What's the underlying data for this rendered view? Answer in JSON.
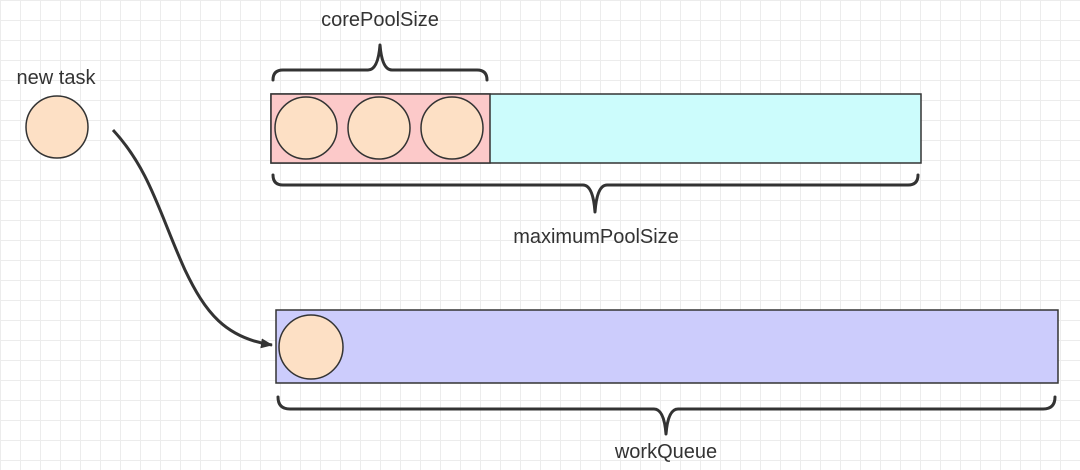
{
  "labels": {
    "new_task": "new task",
    "core_pool_size": "corePoolSize",
    "maximum_pool_size": "maximumPoolSize",
    "work_queue": "workQueue"
  },
  "colors": {
    "task": "#fde0c5",
    "core_pool": "#fcc9c9",
    "maximum_pool": "#ccfcfc",
    "work_queue": "#ccccfc",
    "stroke": "#333333"
  },
  "core_pool_task_count": 3,
  "work_queue_task_count": 1
}
